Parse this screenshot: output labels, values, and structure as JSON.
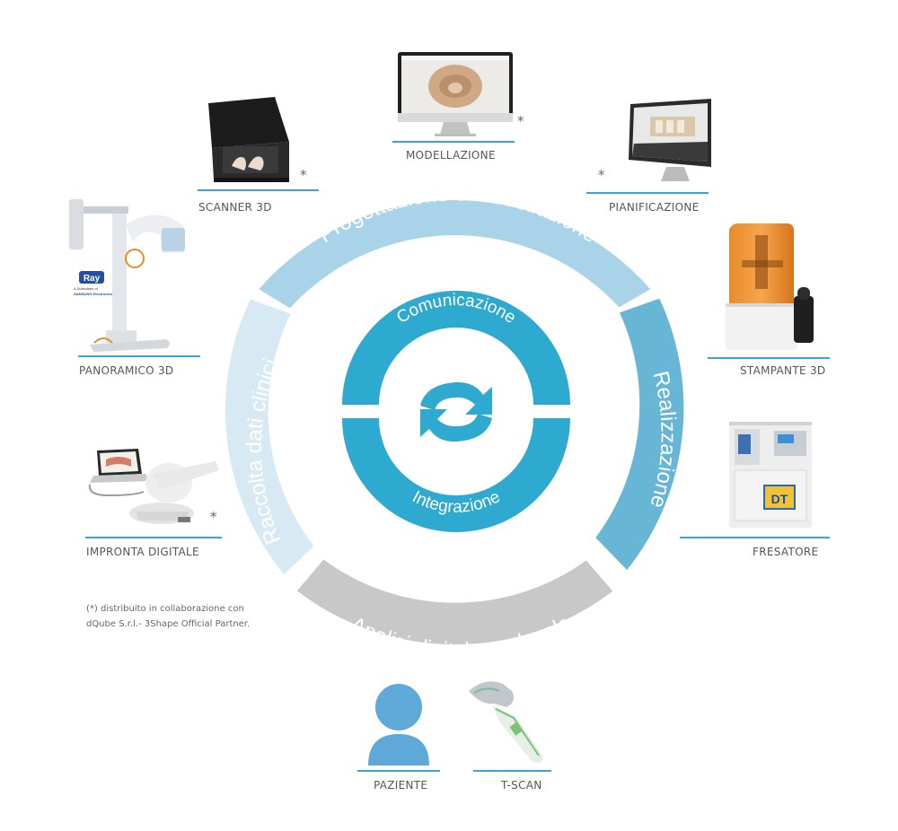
{
  "ring": {
    "top": "Progettazione e modellazione",
    "right": "Realizzazione",
    "bottom": "Analisi digitale occlusale",
    "left": "Raccolta dati clinici",
    "colors": {
      "top": "#a9d3e8",
      "right": "#68b6d6",
      "bottom": "#c8c8c8",
      "left": "#d7eaf4"
    }
  },
  "center": {
    "top": "Comunicazione",
    "bottom": "Integrazione",
    "color": "#2ea9cf",
    "icon": "refresh-arrows-icon"
  },
  "devices": {
    "modellazione": "MODELLAZIONE",
    "scanner": "SCANNER 3D",
    "pianificazione": "PIANIFICAZIONE",
    "panoramico": "PANORAMICO 3D",
    "stampante": "STAMPANTE 3D",
    "fresatore": "FRESATORE",
    "impronta": "IMPRONTA DIGITALE",
    "paziente": "PAZIENTE",
    "tscan": "T-SCAN"
  },
  "marks": {
    "asterisk": "*"
  },
  "brand": {
    "ray": "Ray",
    "ray_sub1": "A Subsidiary of",
    "ray_sub2": "SAMSUNG Electronics",
    "fresatore_badge": "DT"
  },
  "footnote": {
    "line1": "(*) distribuito in collaborazione con",
    "line2": "dQube S.r.l.- 3Shape Official Partner."
  },
  "accent": "#3aa4d8"
}
